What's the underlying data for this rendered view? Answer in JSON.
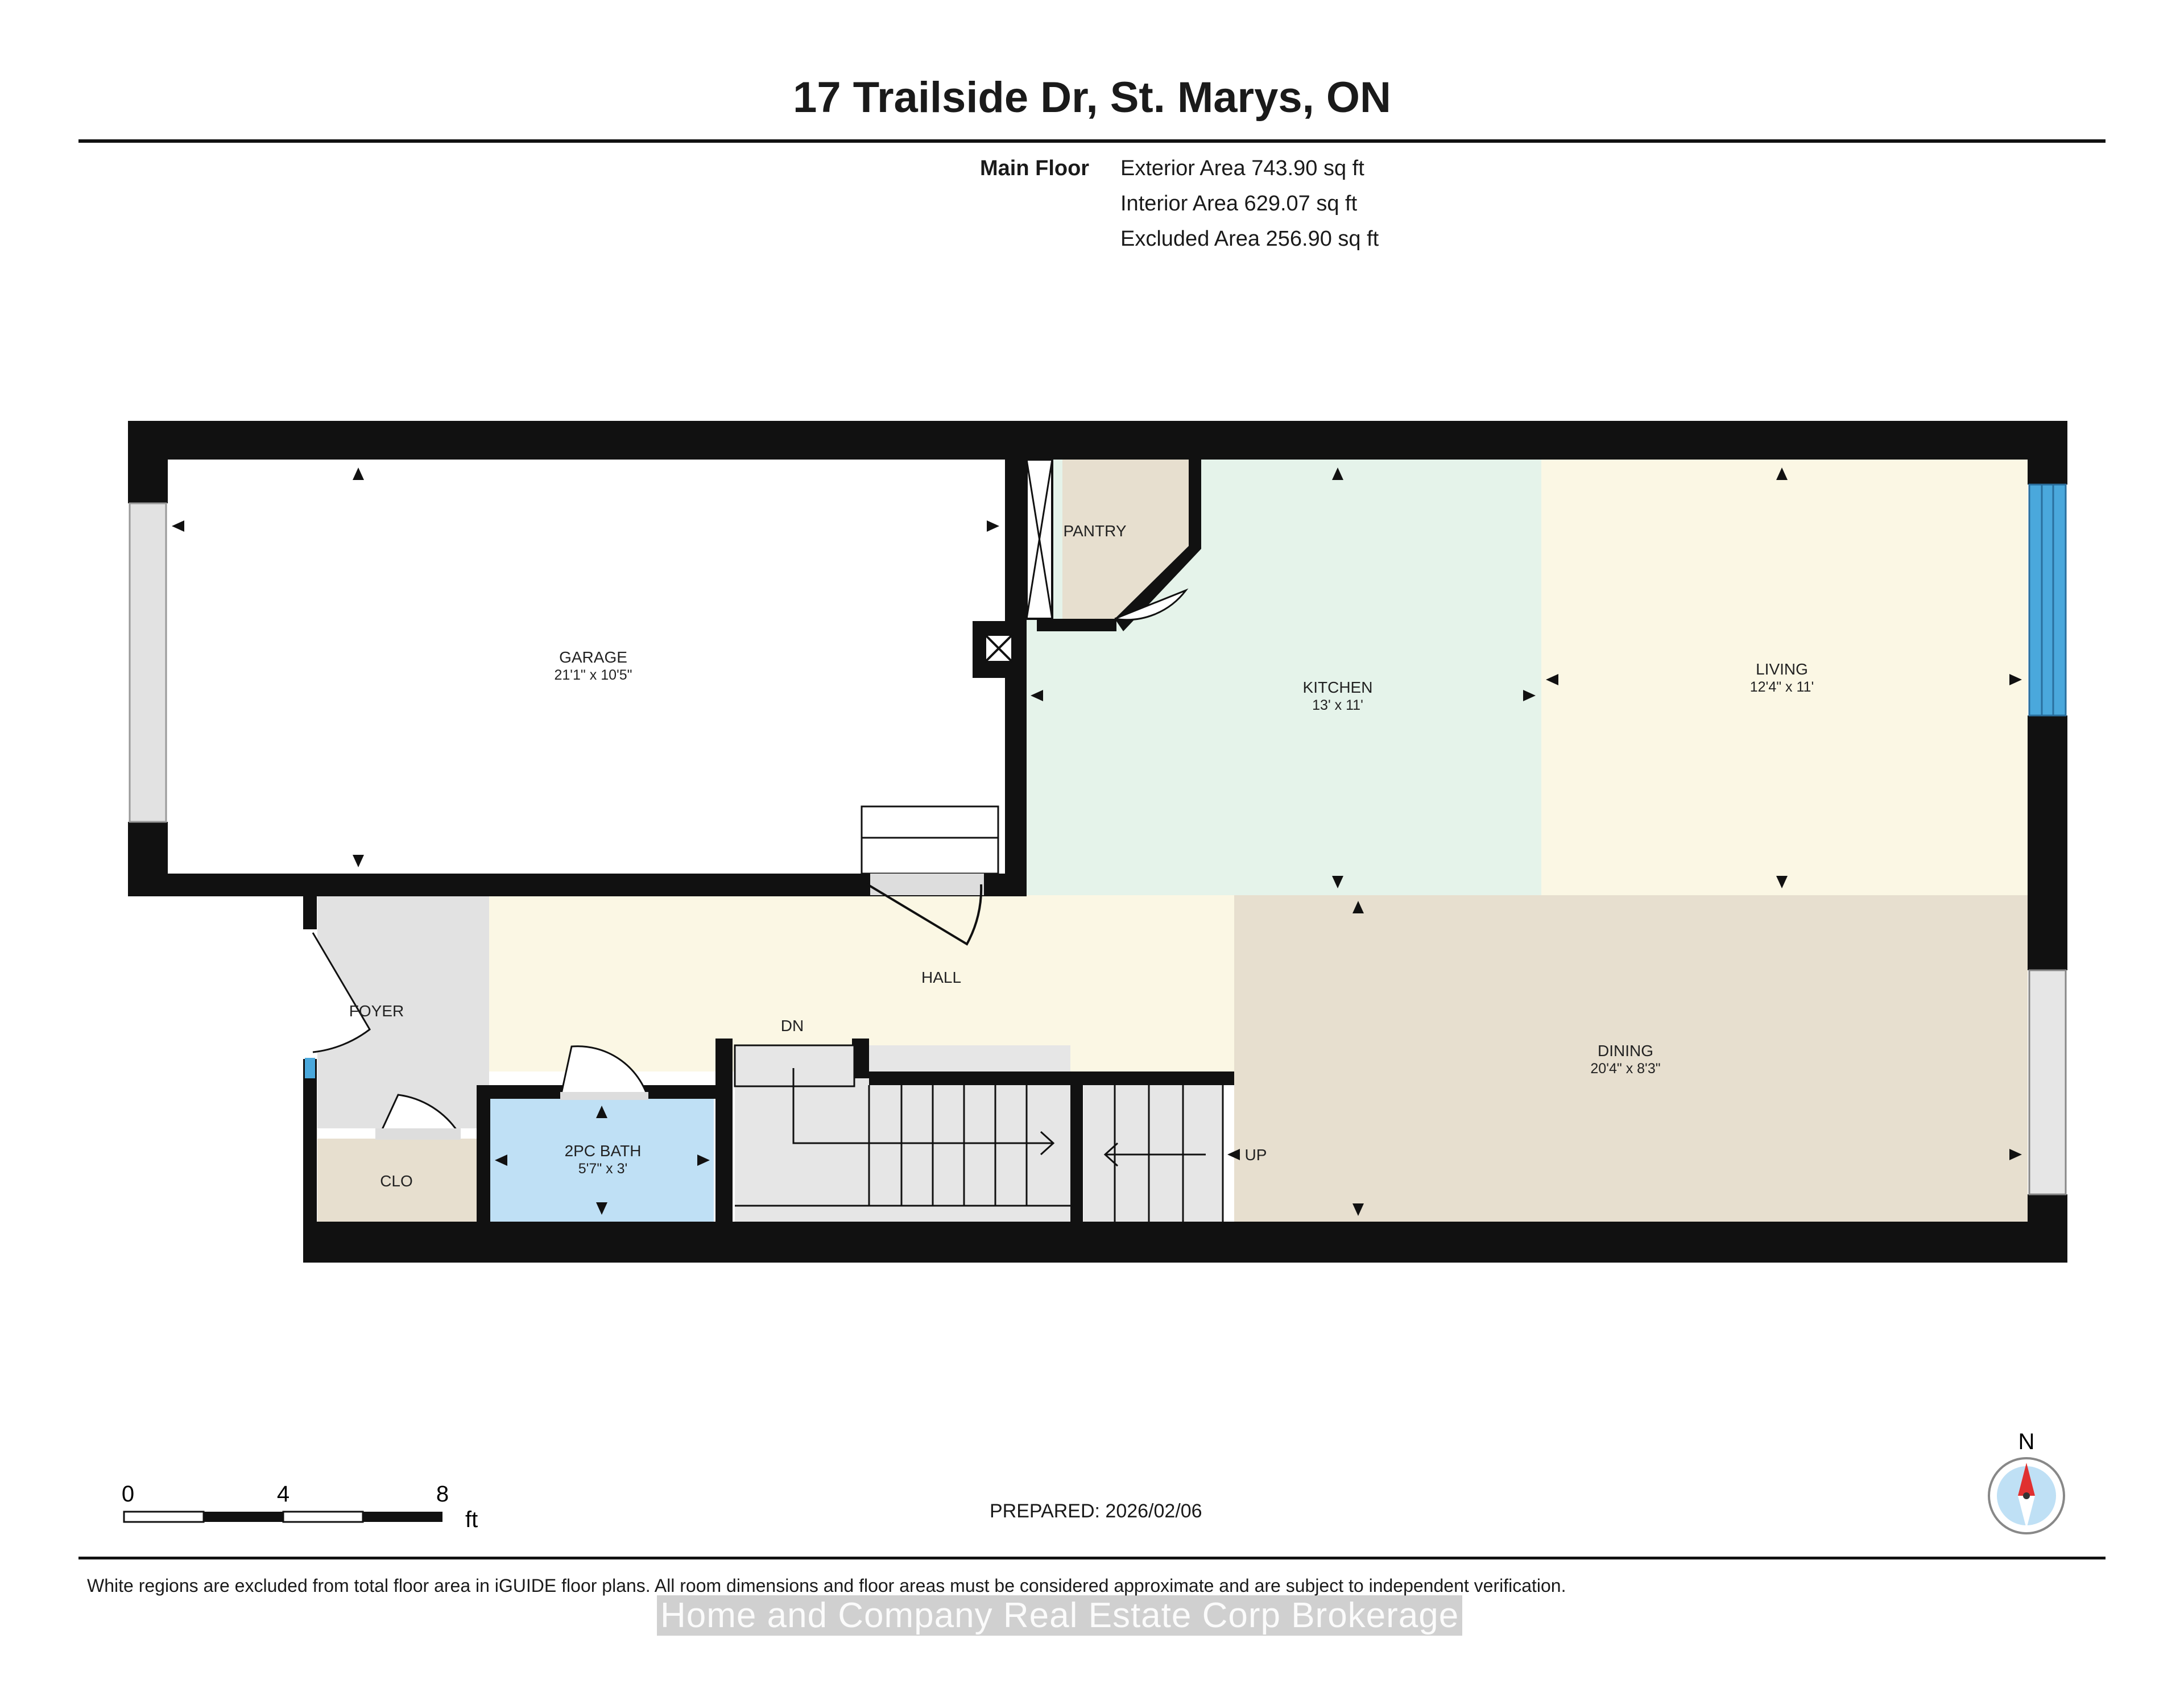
{
  "header": {
    "title": "17 Trailside Dr, St. Marys, ON"
  },
  "areas": {
    "floor_label": "Main Floor",
    "exterior": "Exterior Area 743.90 sq ft",
    "interior": "Interior Area 629.07 sq ft",
    "excluded": "Excluded Area 256.90 sq ft"
  },
  "rooms": {
    "garage": {
      "name": "GARAGE",
      "dims": "21'1\" x 10'5\""
    },
    "pantry": {
      "name": "PANTRY"
    },
    "kitchen": {
      "name": "KITCHEN",
      "dims": "13' x 11'"
    },
    "living": {
      "name": "LIVING",
      "dims": "12'4\" x 11'"
    },
    "hall": {
      "name": "HALL"
    },
    "foyer": {
      "name": "FOYER"
    },
    "dining": {
      "name": "DINING",
      "dims": "20'4\" x 8'3\""
    },
    "bath": {
      "name": "2PC BATH",
      "dims": "5'7\" x 3'"
    },
    "closet": {
      "name": "CLO"
    },
    "stairs_down": {
      "name": "DN"
    },
    "stairs_up": {
      "name": "UP"
    }
  },
  "colors": {
    "wall": "#111111",
    "kitchen": "#e5f3ea",
    "living": "#fbf7e4",
    "hall": "#fbf7e4",
    "dining": "#e7dfcf",
    "foyer": "#e2e2e2",
    "bath": "#bfe0f5",
    "closet": "#e7dfcf",
    "window_blue": "#4aa8dc"
  },
  "scale": {
    "ticks": [
      "0",
      "4",
      "8"
    ],
    "unit": "ft"
  },
  "compass": {
    "label": "N"
  },
  "footer": {
    "prepared": "PREPARED: 2026/02/06",
    "disclaimer": "White regions are excluded from total floor area in iGUIDE floor plans. All room dimensions and floor areas must be considered approximate and are subject to independent verification.",
    "watermark": "Home and Company Real Estate Corp Brokerage"
  }
}
